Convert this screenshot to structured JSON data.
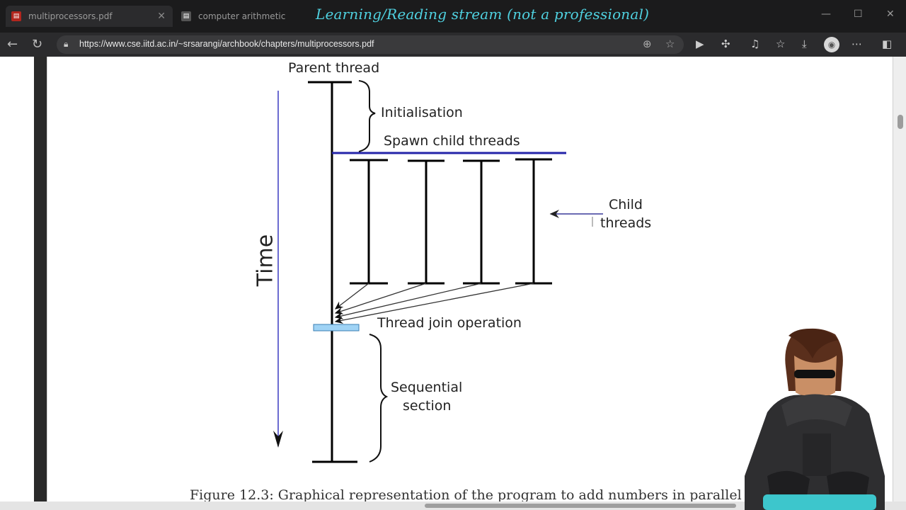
{
  "tabs": [
    {
      "label": "multiprocessors.pdf",
      "icon": "pdf-icon"
    },
    {
      "label": "computer arithmetic",
      "icon": "doc-icon"
    }
  ],
  "overlay_title": "Learning/Reading stream (not a professional)",
  "address_bar": {
    "url": "https://www.cse.iitd.ac.in/~srsarangi/archbook/chapters/multiprocessors.pdf"
  },
  "diagram": {
    "parent_thread": "Parent thread",
    "initialisation": "Initialisation",
    "spawn": "Spawn child threads",
    "child_line1": "Child",
    "child_line2": "threads",
    "time": "Time",
    "join": "Thread join operation",
    "sequential_line1": "Sequential",
    "sequential_line2": "section"
  },
  "caption": "Figure 12.3: Graphical representation of the program to add numbers in parallel",
  "colors": {
    "spawn_line": "#2323a8",
    "time_arrow": "#3a3ac0",
    "join_box": "#9fd3f5",
    "overlay_title": "#4fd1e0"
  }
}
